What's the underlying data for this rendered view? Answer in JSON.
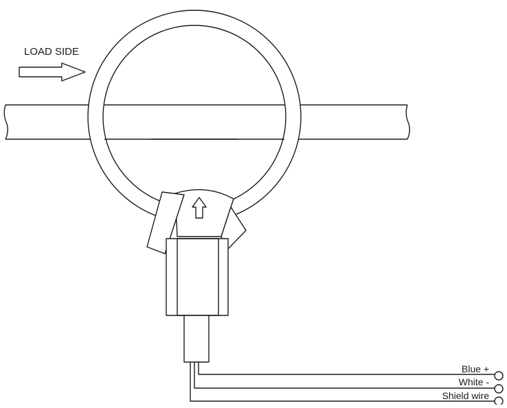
{
  "diagram": {
    "direction_label": "LOAD SIDE",
    "wires": [
      {
        "label": "Blue +"
      },
      {
        "label": "White -"
      },
      {
        "label": "Shield wire"
      }
    ]
  },
  "colors": {
    "line": "#1a1a1a",
    "background": "#ffffff"
  }
}
